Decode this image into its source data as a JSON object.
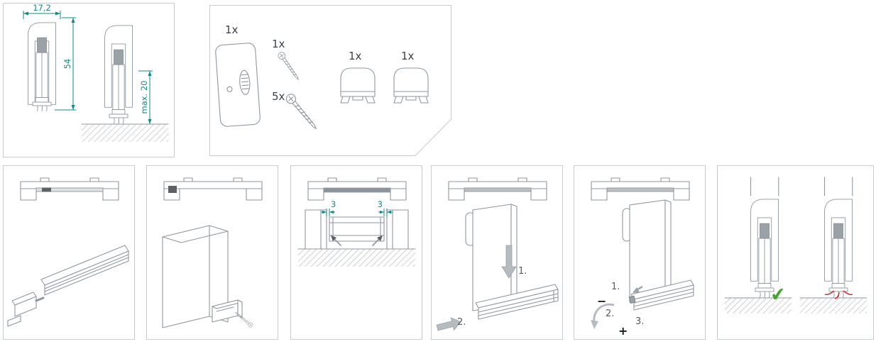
{
  "colors": {
    "line": "#8f979e",
    "dark_fill": "#9aa1a7",
    "teal": "#0f8b8b",
    "green": "#3fa52c",
    "red": "#cc2a2a",
    "panel_border": "#c9cdcf",
    "arrow_gray": "#b6bbc0"
  },
  "dimension_panel": {
    "width_dim": "17,2",
    "height_dim": "54",
    "drop_dim": "max. 20"
  },
  "parts_panel": {
    "plate_qty": "1x",
    "screw_short_qty": "1x",
    "screw_long_qty": "5x",
    "end_cap_left_qty": "1x",
    "end_cap_right_qty": "1x"
  },
  "steps": {
    "step3": {
      "gap_left": "3",
      "gap_right": "3"
    },
    "step4": {
      "label1": "1.",
      "label2": "2."
    },
    "step5": {
      "label1": "1.",
      "minus": "−",
      "label2": "2.",
      "label3": "3.",
      "plus": "+"
    },
    "step6": {
      "check_icon": "✔"
    }
  }
}
